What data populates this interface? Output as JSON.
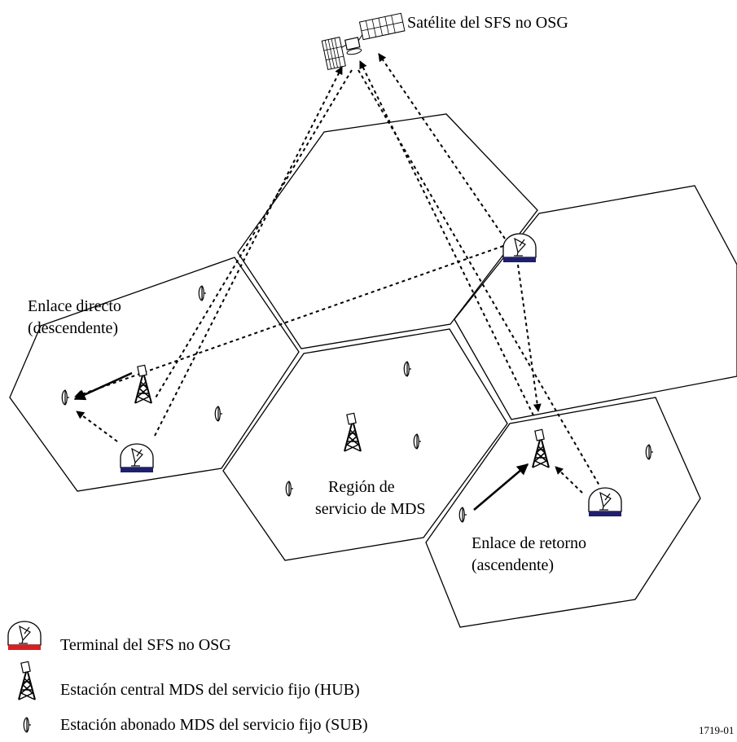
{
  "title": "Satélite del SFS no OSG",
  "labels": {
    "direct_link_line1": "Enlace directo",
    "direct_link_line2": "(descendente)",
    "region_line1": "Región de",
    "region_line2": "servicio de MDS",
    "return_link_line1": "Enlace de retorno",
    "return_link_line2": "(ascendente)"
  },
  "legend": {
    "terminal": "Terminal del SFS no OSG",
    "hub": "Estación central MDS del servicio fijo (HUB)",
    "sub": "Estación abonado MDS del servicio fijo (SUB)"
  },
  "figure_number": "1719-01",
  "colors": {
    "terminal_bar": "#1f1f6e",
    "terminal_legend_bar": "#d92020",
    "line": "#000000"
  },
  "icons": [
    "satellite-icon",
    "terminal-icon",
    "hub-tower-icon",
    "sub-antenna-icon"
  ]
}
